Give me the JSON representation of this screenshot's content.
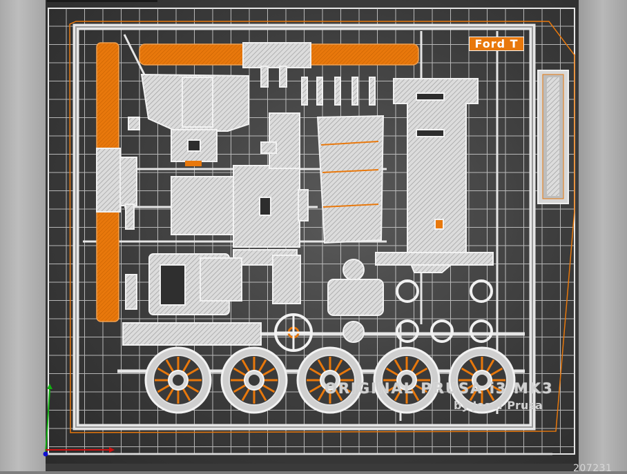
{
  "model": {
    "brand_label": "Ford T",
    "emboss_line1": "ORIGINAL PRUSA i3 MK3",
    "emboss_line2": "by Josef Prusa"
  },
  "status": {
    "coordinate_readout": "207231"
  },
  "colors": {
    "background": "#3b3b3b",
    "grid": "#d9d9d9",
    "infill": "#e8e8e8",
    "perimeter_accent": "#e8780c",
    "axis_x": "#d01010",
    "axis_y": "#10b010",
    "axis_z": "#1010d0"
  },
  "icons": {
    "axes": "xyz-axes-icon"
  }
}
